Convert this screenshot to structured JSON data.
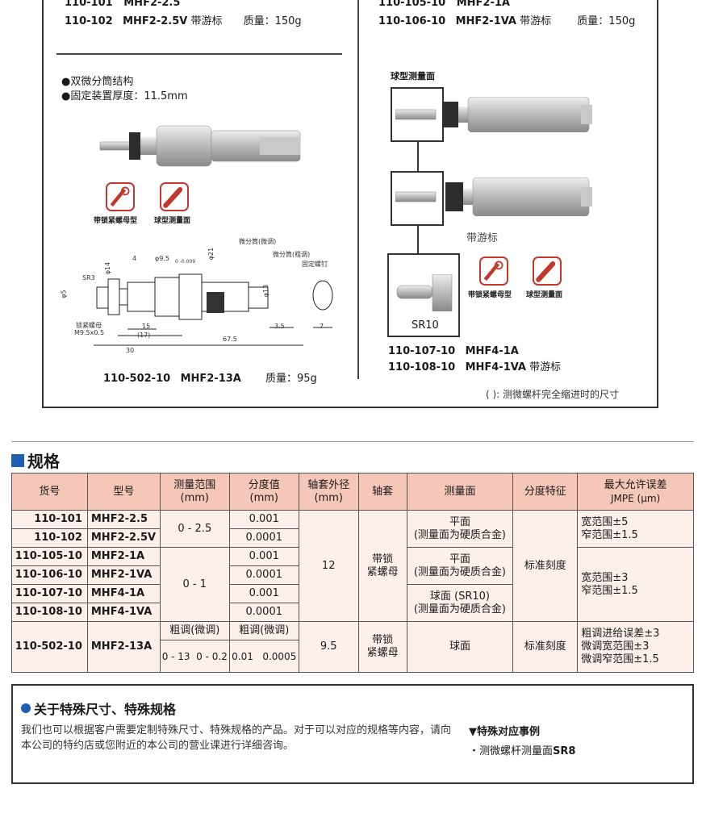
{
  "top": {
    "left_items": [
      {
        "pid": "110-101",
        "model": "MHF2-2.5",
        "suffix": "",
        "weight": ""
      },
      {
        "pid": "110-102",
        "model": "MHF2-2.5V",
        "suffix": "带游标",
        "weight": "质量：150g"
      }
    ],
    "right_items": [
      {
        "pid": "110-105-10",
        "model": "MHF2-1A",
        "suffix": "",
        "weight": ""
      },
      {
        "pid": "110-106-10",
        "model": "MHF2-1VA",
        "suffix": "带游标",
        "weight": "质量：150g"
      }
    ]
  },
  "left_panel": {
    "bullets": [
      "●双微分筒结构",
      "●固定装置厚度：11.5mm"
    ],
    "tags": [
      "带锁紧螺母型",
      "球型测量面"
    ],
    "drawing": {
      "labels": {
        "phi14": "φ14",
        "four": "4",
        "phi95": "φ9.5",
        "phi95_tol": "0 -0.009",
        "phi21": "φ21",
        "coarse": "微分筒(微调)",
        "fine": "微分筒(粗调)",
        "fixscrew": "固定螺钉",
        "sr3": "SR3",
        "phi5": "φ5",
        "phi13": "φ13",
        "locknut": "锁紧螺母",
        "thread": "M9.5x0.5",
        "d15": "15",
        "d17": "(17)",
        "d30": "30",
        "d675": "67.5",
        "d35": "3.5",
        "d7": "7"
      }
    },
    "caption_pid": "110-502-10",
    "caption_model": "MHF2-13A",
    "caption_weight": "质量：95g"
  },
  "right_panel": {
    "ball_label": "球型测量面",
    "vernier_label": "带游标",
    "sr_label": "SR10",
    "tags": [
      "带锁紧螺母型",
      "球型测量面"
    ],
    "items": [
      {
        "pid": "110-107-10",
        "model": "MHF4-1A",
        "suffix": ""
      },
      {
        "pid": "110-108-10",
        "model": "MHF4-1VA",
        "suffix": "带游标"
      }
    ],
    "footnote": "( ): 测微螺杆完全缩进时的尺寸"
  },
  "spec": {
    "title": "规格",
    "headers": [
      "货号",
      "型号",
      "测量范围\n(mm)",
      "分度值\n(mm)",
      "轴套外径\n(mm)",
      "轴套",
      "测量面",
      "分度特征",
      "最大允许误差"
    ],
    "header_sub_last": "JMPE (μm)",
    "rows": [
      {
        "pid": "110-101",
        "model": "MHF2-2.5",
        "value": "0.001"
      },
      {
        "pid": "110-102",
        "model": "MHF2-2.5V",
        "value": "0.0001"
      },
      {
        "pid": "110-105-10",
        "model": "MHF2-1A",
        "value": "0.001"
      },
      {
        "pid": "110-106-10",
        "model": "MHF2-1VA",
        "value": "0.0001"
      },
      {
        "pid": "110-107-10",
        "model": "MHF4-1A",
        "value": "0.001"
      },
      {
        "pid": "110-108-10",
        "model": "MHF4-1VA",
        "value": "0.0001"
      }
    ],
    "range_a": "0 - 2.5",
    "range_b": "0 - 1",
    "sleeve_a": "12",
    "sleeve_type_a": "带锁\n紧螺母",
    "face_flat_1": "平面\n(测量面为硬质合金)",
    "face_flat_2": "平面\n(测量面为硬质合金)",
    "face_ball": "球面 (SR10)\n(测量面为硬质合金)",
    "grad_a": "标准刻度",
    "err_a": "宽范围±5\n窄范围±1.5",
    "err_b": "宽范围±3\n窄范围±1.5",
    "last": {
      "pid": "110-502-10",
      "model": "MHF2-13A",
      "range_head": "粗调(微调)",
      "value_head": "粗调(微调)",
      "range_vals": "0 - 13  0 - 0.2",
      "value_vals": "0.01   0.0005",
      "sleeve": "9.5",
      "sleeve_type": "带锁\n紧螺母",
      "face": "球面",
      "grad": "标准刻度",
      "err": "粗调进给误差±3\n微调宽范围±3\n微调窄范围±1.5"
    }
  },
  "info": {
    "title": "关于特殊尺寸、特殊规格",
    "body": "我们也可以根据客户需要定制特殊尺寸、特殊规格的产品。对于可以对应的规格等内容，请向本公司的特约店或您附近的本公司的营业课进行详细咨询。",
    "case_title": "▼特殊对应事例",
    "case_item_prefix": "・测微螺杆测量面",
    "case_item_bold": "SR8"
  },
  "colors": {
    "header_bg": "#f4c7b8",
    "cell_bg": "#fdf0ea",
    "accent_blue": "#1f5fae",
    "tag_red": "#c0392b"
  }
}
